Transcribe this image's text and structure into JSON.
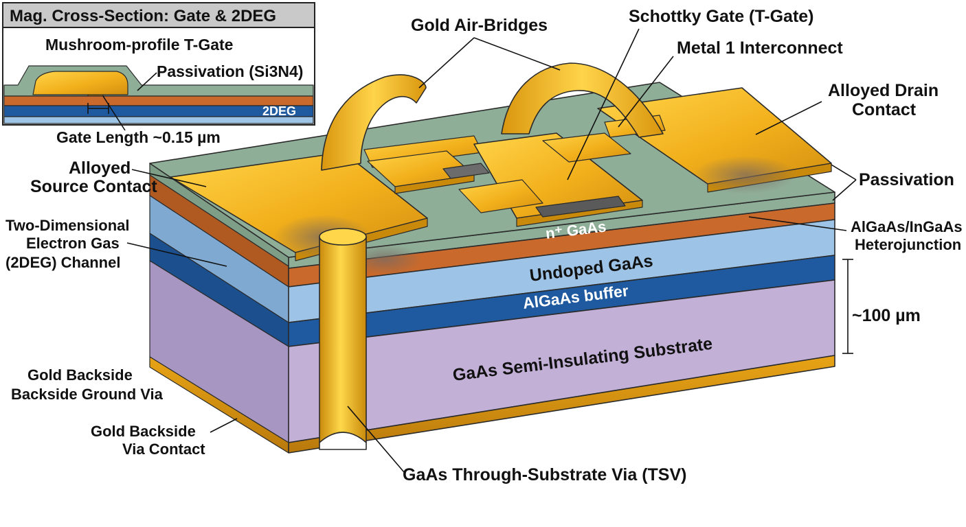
{
  "inset": {
    "title": "Mag. Cross-Section: Gate & 2DEG",
    "tgate_label": "Mushroom-profile  T-Gate",
    "passivation_label": "Passivation (Si3N4)",
    "twodeg_label": "2DEG",
    "gate_length_label": "Gate Length ~0.15 µm"
  },
  "labels": {
    "gold_air_bridges": "Gold Air-Bridges",
    "schottky_gate": "Schottky Gate (T-Gate)",
    "metal1": "Metal 1 Interconnect",
    "drain_line1": "Alloyed Drain",
    "drain_line2": "Contact",
    "source_line1": "Alloyed",
    "source_line2": "Source Contact",
    "passivation": "Passivation",
    "hetero_line1": "AlGaAs/InGaAs",
    "hetero_line2": "Heterojunction",
    "twodeg_line1": "Two-Dimensional",
    "twodeg_line2": "Electron Gas",
    "twodeg_line3": "(2DEG) Channel",
    "n_gaas": "n⁺ GaAs",
    "undoped_gaas": "Undoped GaAs",
    "algaas_buffer": "AlGaAs buffer",
    "substrate": "GaAs Semi-Insulating Substrate",
    "thickness": "~100 µm",
    "backside_via_line1": "Gold Backside",
    "backside_via_line2": "Backside Ground Via",
    "via_contact_line1": "Gold Backside",
    "via_contact_line2": "Via Contact",
    "tsv": "GaAs Through-Substrate Via (TSV)"
  },
  "colors": {
    "gold": "#f0b21a",
    "gold_light": "#ffd23a",
    "gold_dark": "#b57a0c",
    "passivation": "#8fae98",
    "n_gaas": "#c96a2c",
    "undoped_gaas": "#9dc3e6",
    "algaas_buffer": "#1f5aa0",
    "substrate": "#c2b0d6",
    "inset_header": "#c9c9c9"
  }
}
